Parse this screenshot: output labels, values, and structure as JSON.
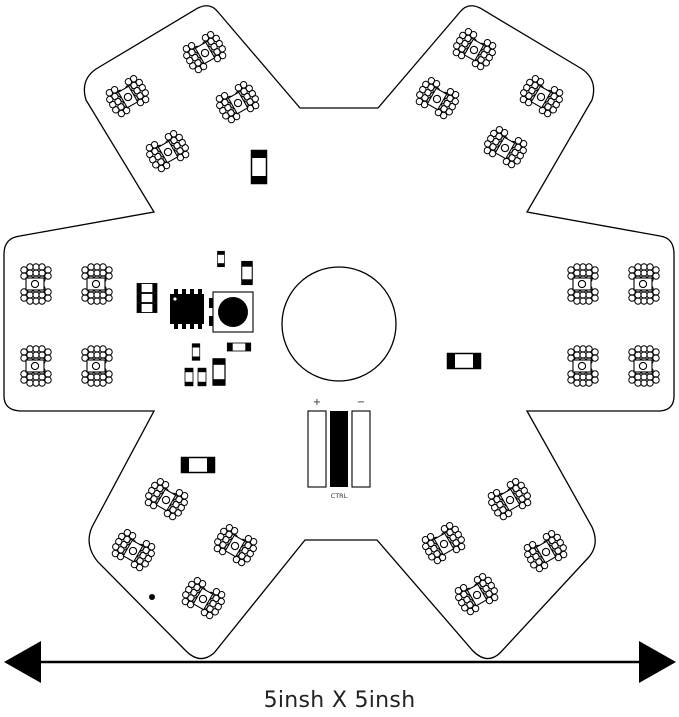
{
  "diagram": {
    "board": {
      "arm_count": 6,
      "led_modules_per_arm": 4,
      "outline_color": "#000000",
      "fill_color": "#ffffff"
    },
    "connector": {
      "plus_label": "+",
      "minus_label": "−",
      "ctrl_label": "CTRL"
    },
    "dimension": {
      "caption": "5insh  X 5insh"
    }
  }
}
